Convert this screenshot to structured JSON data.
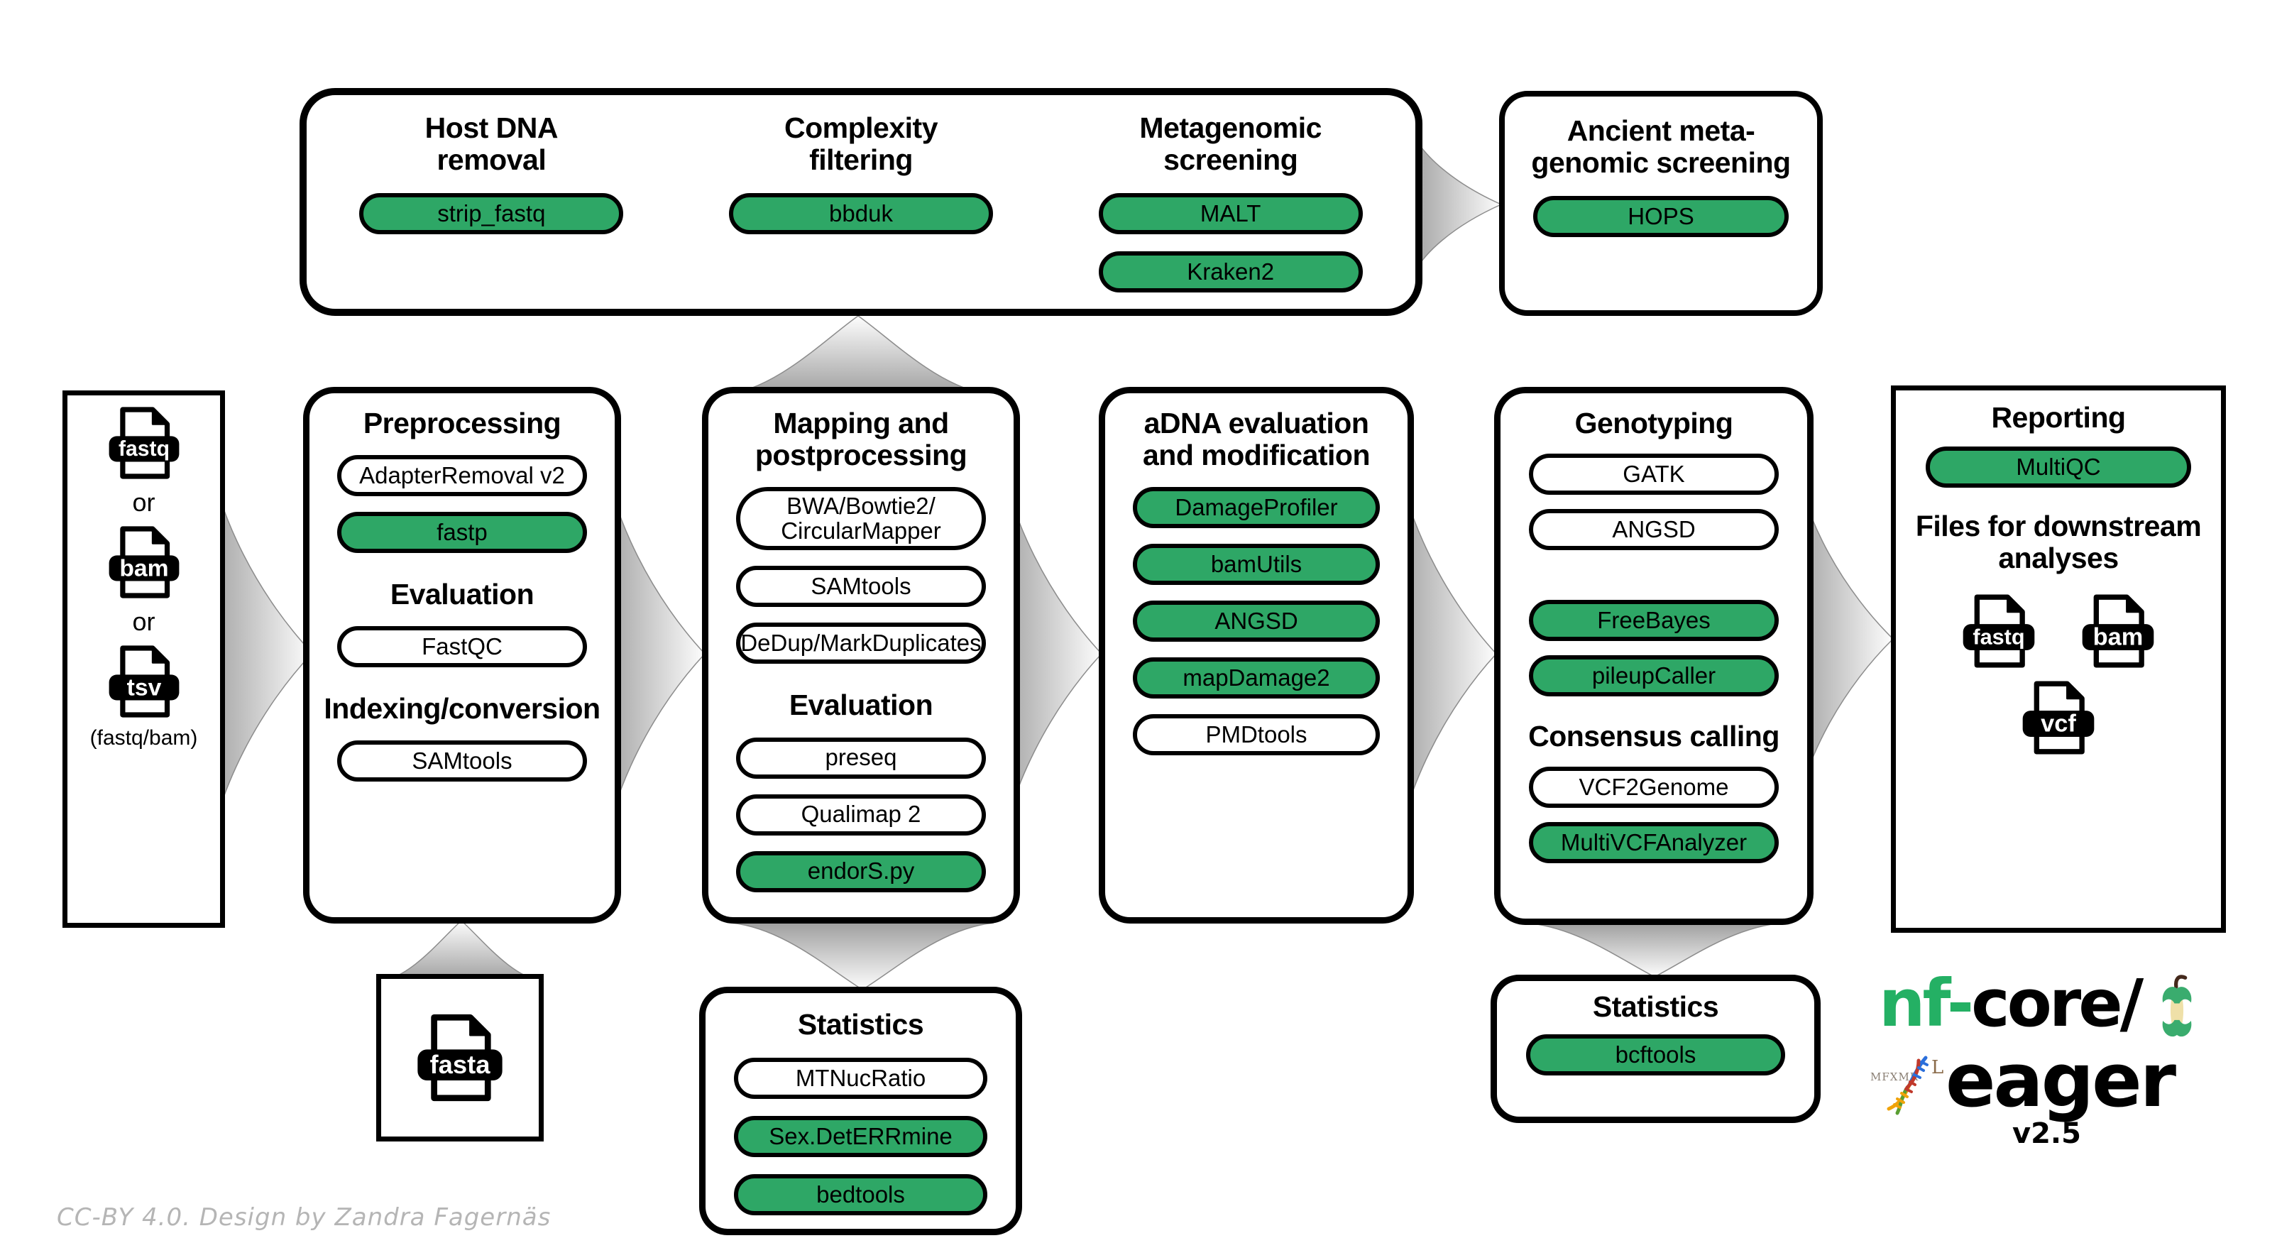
{
  "colors": {
    "pill_green": "#2EA766",
    "logo_green": "#24B064",
    "arrow_dark": "#9f9f9f",
    "arrow_light": "#fdfdfd",
    "footer_gray": "#b5b5b5"
  },
  "icons": {
    "file_document": "file-icon",
    "apple_core": "apple-core-icon",
    "dna_helix": "dna-helix-icon",
    "flow_arrow": "flow-arrow"
  },
  "screening": {
    "columns": [
      {
        "entries": [
          {
            "type": "heading",
            "lines": [
              "Host DNA",
              "removal"
            ]
          },
          {
            "type": "pill",
            "variant": "green",
            "lines": [
              "strip_fastq"
            ]
          }
        ]
      },
      {
        "entries": [
          {
            "type": "heading",
            "lines": [
              "Complexity",
              "filtering"
            ]
          },
          {
            "type": "pill",
            "variant": "green",
            "lines": [
              "bbduk"
            ]
          }
        ]
      },
      {
        "entries": [
          {
            "type": "heading",
            "lines": [
              "Metagenomic",
              "screening"
            ]
          },
          {
            "type": "pill",
            "variant": "green",
            "lines": [
              "MALT"
            ]
          },
          {
            "type": "pill",
            "variant": "green",
            "lines": [
              "Kraken2"
            ]
          }
        ]
      }
    ]
  },
  "ancient": {
    "entries": [
      {
        "type": "heading",
        "lines": [
          "Ancient meta-",
          "genomic screening"
        ]
      },
      {
        "type": "pill",
        "variant": "green",
        "lines": [
          "HOPS"
        ]
      }
    ]
  },
  "input": {
    "file1": "fastq",
    "file2": "bam",
    "file3": "tsv",
    "or": "or",
    "caption": "(fastq/bam)"
  },
  "preprocessing": {
    "entries": [
      {
        "type": "heading",
        "lines": [
          "Preprocessing"
        ]
      },
      {
        "type": "pill",
        "variant": "white",
        "lines": [
          "AdapterRemoval v2"
        ]
      },
      {
        "type": "pill",
        "variant": "green",
        "lines": [
          "fastp"
        ]
      },
      {
        "type": "heading",
        "lines": [
          "Evaluation"
        ]
      },
      {
        "type": "pill",
        "variant": "white",
        "lines": [
          "FastQC"
        ]
      },
      {
        "type": "heading",
        "lines": [
          "Indexing/conversion"
        ]
      },
      {
        "type": "pill",
        "variant": "white",
        "lines": [
          "SAMtools"
        ]
      }
    ]
  },
  "mapping": {
    "entries": [
      {
        "type": "heading",
        "lines": [
          "Mapping and",
          "postprocessing"
        ]
      },
      {
        "type": "pill",
        "variant": "white",
        "lines": [
          "BWA/Bowtie2/",
          "CircularMapper"
        ]
      },
      {
        "type": "pill",
        "variant": "white",
        "lines": [
          "SAMtools"
        ]
      },
      {
        "type": "pill",
        "variant": "white",
        "lines": [
          "DeDup/MarkDuplicates"
        ]
      },
      {
        "type": "heading",
        "lines": [
          "Evaluation"
        ]
      },
      {
        "type": "pill",
        "variant": "white",
        "lines": [
          "preseq"
        ]
      },
      {
        "type": "pill",
        "variant": "white",
        "lines": [
          "Qualimap 2"
        ]
      },
      {
        "type": "pill",
        "variant": "green",
        "lines": [
          "endorS.py"
        ]
      }
    ]
  },
  "adna": {
    "entries": [
      {
        "type": "heading",
        "lines": [
          "aDNA evaluation",
          "and modification"
        ]
      },
      {
        "type": "pill",
        "variant": "green",
        "lines": [
          "DamageProfiler"
        ]
      },
      {
        "type": "pill",
        "variant": "green",
        "lines": [
          "bamUtils"
        ]
      },
      {
        "type": "pill",
        "variant": "green",
        "lines": [
          "ANGSD"
        ]
      },
      {
        "type": "pill",
        "variant": "green",
        "lines": [
          "mapDamage2"
        ]
      },
      {
        "type": "pill",
        "variant": "white",
        "lines": [
          "PMDtools"
        ]
      }
    ]
  },
  "genotyping": {
    "entries": [
      {
        "type": "heading",
        "lines": [
          "Genotyping"
        ]
      },
      {
        "type": "pill",
        "variant": "white",
        "lines": [
          "GATK"
        ]
      },
      {
        "type": "pill",
        "variant": "white",
        "lines": [
          "ANGSD"
        ]
      },
      {
        "type": "gap"
      },
      {
        "type": "pill",
        "variant": "green",
        "lines": [
          "FreeBayes"
        ]
      },
      {
        "type": "pill",
        "variant": "green",
        "lines": [
          "pileupCaller"
        ]
      },
      {
        "type": "heading",
        "lines": [
          "Consensus calling"
        ]
      },
      {
        "type": "pill",
        "variant": "white",
        "lines": [
          "VCF2Genome"
        ]
      },
      {
        "type": "pill",
        "variant": "green",
        "lines": [
          "MultiVCFAnalyzer"
        ]
      }
    ]
  },
  "reporting": {
    "entries": [
      {
        "type": "heading",
        "lines": [
          "Reporting"
        ]
      },
      {
        "type": "pill",
        "variant": "green",
        "lines": [
          "MultiQC"
        ]
      },
      {
        "type": "heading",
        "lines": [
          "Files for downstream",
          "analyses"
        ]
      }
    ],
    "files": {
      "f1": "fastq",
      "f2": "bam",
      "f3": "vcf"
    }
  },
  "fasta": {
    "label": "fasta"
  },
  "stats_mapping": {
    "entries": [
      {
        "type": "heading",
        "lines": [
          "Statistics"
        ]
      },
      {
        "type": "pill",
        "variant": "white",
        "lines": [
          "MTNucRatio"
        ]
      },
      {
        "type": "pill",
        "variant": "green",
        "lines": [
          "Sex.DetERRmine"
        ]
      },
      {
        "type": "pill",
        "variant": "green",
        "lines": [
          "bedtools"
        ]
      }
    ]
  },
  "stats_genotyping": {
    "entries": [
      {
        "type": "heading",
        "lines": [
          "Statistics"
        ]
      },
      {
        "type": "pill",
        "variant": "green",
        "lines": [
          "bcftools"
        ]
      }
    ]
  },
  "logo": {
    "brand_green": "nf",
    "brand_dash": "-",
    "brand_rest": "core/",
    "app": "eager",
    "version": "v2.5",
    "runes": "MFXMR",
    "rune_l": "L"
  },
  "meta": {
    "footer": "CC-BY 4.0. Design by Zandra Fagernäs"
  }
}
